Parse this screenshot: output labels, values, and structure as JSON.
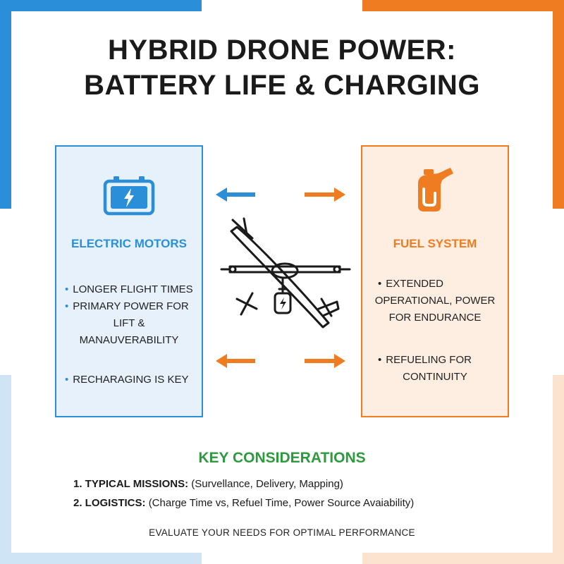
{
  "title": {
    "line1": "HYBRID DRONE POWER:",
    "line2": "BATTERY LIFE & CHARGING"
  },
  "electric": {
    "heading": "ELECTRIC MOTORS",
    "icon": "battery-icon",
    "items": [
      "LONGER FLIGHT TIMES",
      "PRIMARY POWER FOR",
      "LIFT &",
      "MANAUVERABILITY",
      "RECHARAGING IS KEY"
    ]
  },
  "fuel": {
    "heading": "FUEL SYSTEM",
    "icon": "fuel-nozzle-icon",
    "items": [
      "EXTENDED",
      "OPERATIONAL, POWER",
      "FOR ENDURANCE",
      "REFUELING FOR",
      "CONTINUITY"
    ]
  },
  "center_icon": "hybrid-drone-icon",
  "key": {
    "heading": "KEY CONSIDERATIONS",
    "points": [
      {
        "label": "1. TYPICAL MISSIONS:",
        "detail": "(Survellance, Delivery, Mapping)"
      },
      {
        "label": "2. LOGISTICS:",
        "detail": "(Charge Time vs, Refuel Time, Power Source Avaiability)"
      }
    ]
  },
  "footer": "EVALUATE YOUR NEEDS FOR OPTIMAL PERFORMANCE",
  "colors": {
    "electric": "#2a8fd8",
    "fuel": "#f07c22",
    "key": "#2e9a3e"
  }
}
